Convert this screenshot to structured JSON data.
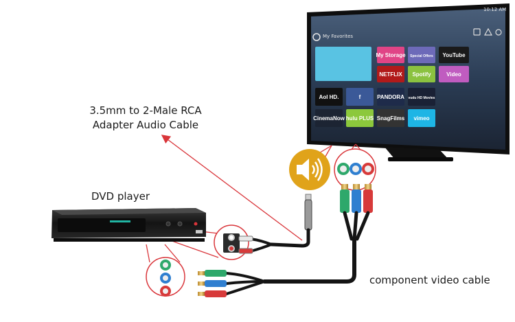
{
  "labels": {
    "audio_cable_line1": "3.5mm to 2-Male RCA",
    "audio_cable_line2": "Adapter Audio Cable",
    "dvd_player": "DVD player",
    "component_cable": "component video cable"
  },
  "tv": {
    "clock": "10:12 AM",
    "favorites": "My Favorites",
    "tiles": [
      {
        "text": "",
        "color": "#59c3e3"
      },
      {
        "text": "My Storage",
        "color": "#e04486"
      },
      {
        "text": "Special Offers",
        "color": "#6d6ab9"
      },
      {
        "text": "YouTube",
        "color": "#1a1a1a"
      },
      {
        "text": "NETFLIX",
        "color": "#b11a1a"
      },
      {
        "text": "Spotify",
        "color": "#8bc240"
      },
      {
        "text": "Video",
        "color": "#c05cc0"
      },
      {
        "text": "Aol HD.",
        "color": "#111111"
      },
      {
        "text": "f",
        "color": "#3b5998"
      },
      {
        "text": "PANDORA",
        "color": "#1e2b4a"
      },
      {
        "text": "vudu HD Movies",
        "color": "#1a2135"
      },
      {
        "text": "CinemaNow",
        "color": "#1c2433"
      },
      {
        "text": "hulu PLUS",
        "color": "#8cc83c"
      },
      {
        "text": "SnagFilms",
        "color": "#333333"
      },
      {
        "text": "vimeo",
        "color": "#1eb5e5"
      }
    ]
  },
  "colors": {
    "callout": "#d9353a",
    "speaker": "#e0a31a",
    "jack_green": "#2ea86b",
    "jack_blue": "#2f7fd0",
    "jack_red": "#d73a3a",
    "cable": "#141414"
  }
}
